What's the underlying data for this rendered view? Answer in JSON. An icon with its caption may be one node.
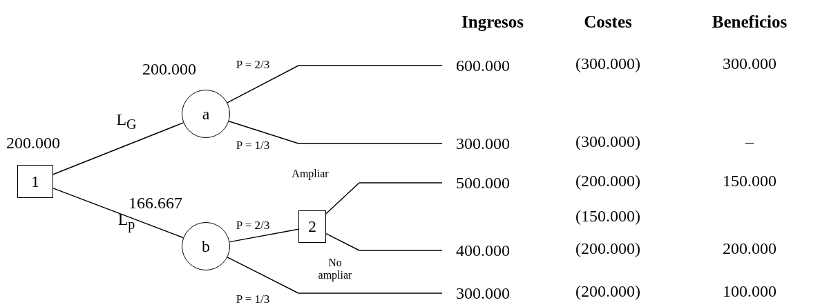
{
  "diagram": {
    "nodes": [
      {
        "text": [
          "1"
        ],
        "beside": [
          "200.000"
        ]
      },
      {
        "text": [
          "a"
        ],
        "beside": [
          "200.000"
        ]
      },
      {
        "text": [
          "b"
        ],
        "beside": [
          "166.667"
        ]
      },
      {
        "text": [
          "2"
        ]
      },
      {
        "text": [
          "600.000"
        ]
      },
      {
        "text": [
          "300.000"
        ]
      },
      {
        "text": [
          "500.000"
        ]
      },
      {
        "text": [
          "400.000"
        ]
      },
      {
        "text": [
          "300.000"
        ]
      }
    ],
    "edges": [
      {
        "from": 0,
        "to": 1,
        "arrow": "none",
        "label": "L$_{G}$"
      },
      {
        "from": 0,
        "to": 2,
        "arrow": "none",
        "label": "L$_{p}$"
      },
      {
        "from": 1,
        "to": 4,
        "arrow": "none",
        "label": "P = 2/3"
      },
      {
        "from": 1,
        "to": 5,
        "arrow": "none",
        "label": "P = 1/3"
      },
      {
        "from": 2,
        "to": 3,
        "arrow": "none",
        "label": "P = 2/3"
      },
      {
        "from": 2,
        "to": 8,
        "arrow": "none",
        "label": "P = 1/3"
      },
      {
        "from": 3,
        "to": 6,
        "arrow": "none",
        "label": "Ampliar"
      },
      {
        "from": 3,
        "to": 7,
        "arrow": "none",
        "label": "No ampliar"
      }
    ],
    "labels": [
      "Ingresos",
      "Costes",
      "Beneficios",
      "(300.000)",
      "300.000",
      "(300.000)",
      "–",
      "(200.000)",
      "150.000",
      "(150.000)",
      "(200.000)",
      "200.000",
      "(200.000)",
      "100.000"
    ]
  }
}
